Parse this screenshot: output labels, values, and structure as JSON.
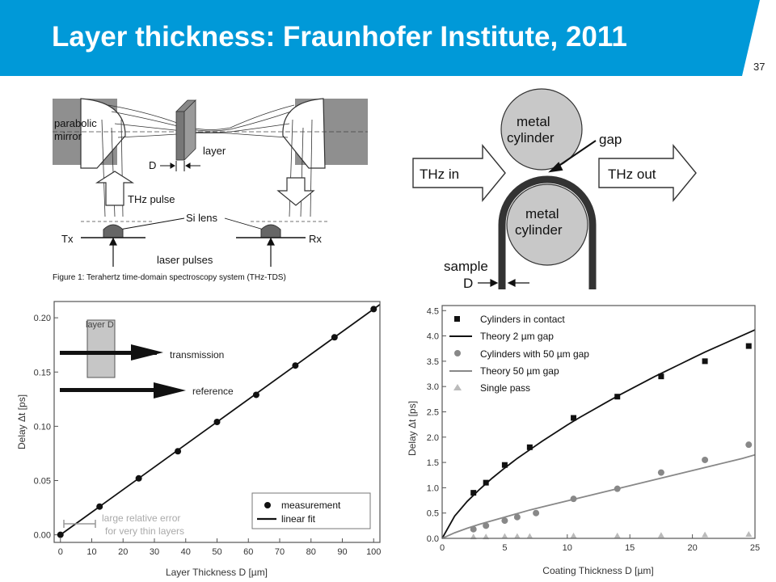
{
  "slide": {
    "title": "Layer thickness: Fraunhofer Institute, 2011",
    "page_number": "37",
    "accent_color": "#0099d8"
  },
  "thz_setup": {
    "labels": {
      "parabolic": "parabolic",
      "mirror": "mirror",
      "layer": "layer",
      "d": "D",
      "thz_pulse": "THz pulse",
      "si_lens": "Si lens",
      "tx": "Tx",
      "rx": "Rx",
      "laser_pulses": "laser pulses"
    },
    "caption": "Figure 1: Terahertz time-domain spectroscopy system (THz-TDS)"
  },
  "cylinder_setup": {
    "labels": {
      "metal1": "metal",
      "cylinder1": "cylinder",
      "gap": "gap",
      "thz_in": "THz in",
      "thz_out": "THz out",
      "metal2": "metal",
      "cylinder2": "cylinder",
      "sample": "sample",
      "d": "D"
    }
  },
  "chart_data": [
    {
      "type": "scatter",
      "xlabel": "Layer Thickness D [µm]",
      "ylabel": "Delay Δt [ps]",
      "xlim": [
        -2,
        102
      ],
      "ylim": [
        -0.007,
        0.215
      ],
      "x_ticks": [
        0,
        10,
        20,
        30,
        40,
        50,
        60,
        70,
        80,
        90,
        100
      ],
      "y_ticks": [
        0.0,
        0.05,
        0.1,
        0.15,
        0.2
      ],
      "y_tick_labels": [
        "0.00",
        "0.05",
        "0.10",
        "0.15",
        "0.20"
      ],
      "series": [
        {
          "name": "measurement",
          "x": [
            0,
            12.5,
            25,
            37.5,
            50,
            62.5,
            75,
            87.5,
            100
          ],
          "y": [
            0.0,
            0.026,
            0.052,
            0.077,
            0.104,
            0.129,
            0.156,
            0.182,
            0.208
          ]
        },
        {
          "name": "linear fit",
          "x": [
            0,
            102
          ],
          "y": [
            0.0,
            0.2122
          ]
        }
      ],
      "annotations": {
        "layer": "layer D",
        "transmission": "transmission",
        "reference": "reference",
        "error_line1": "large relative error",
        "error_line2": "for very thin layers"
      },
      "legend_position": "bottom-right",
      "grid": false
    },
    {
      "type": "scatter",
      "xlabel": "Coating Thickness D [µm]",
      "ylabel": "Delay Δt [ps]",
      "xlim": [
        0,
        25
      ],
      "ylim": [
        0,
        4.6
      ],
      "x_ticks": [
        0,
        5,
        10,
        15,
        20,
        25
      ],
      "y_ticks": [
        0.0,
        0.5,
        1.0,
        1.5,
        2.0,
        2.5,
        3.0,
        3.5,
        4.0,
        4.5
      ],
      "y_tick_labels": [
        "0.0",
        "0.5",
        "1.0",
        "1.5",
        "2.0",
        "2.5",
        "3.0",
        "3.5",
        "4.0",
        "4.5"
      ],
      "series": [
        {
          "name": "Cylinders in contact",
          "x": [
            2.5,
            3.5,
            5.0,
            7.0,
            10.5,
            14.0,
            17.5,
            21.0,
            24.5
          ],
          "y": [
            0.9,
            1.1,
            1.45,
            1.8,
            2.38,
            2.8,
            3.2,
            3.5,
            3.8
          ]
        },
        {
          "name": "Theory 2 µm gap",
          "x": [
            0,
            1,
            2,
            3,
            4,
            5,
            6,
            7,
            8,
            9,
            10,
            11,
            12,
            13,
            14,
            15,
            16,
            17,
            18,
            19,
            20,
            21,
            22,
            23,
            24,
            25
          ],
          "y": [
            0.0,
            0.44,
            0.73,
            0.97,
            1.19,
            1.39,
            1.58,
            1.75,
            1.92,
            2.08,
            2.24,
            2.39,
            2.53,
            2.67,
            2.81,
            2.94,
            3.07,
            3.2,
            3.32,
            3.44,
            3.56,
            3.68,
            3.79,
            3.9,
            4.01,
            4.12
          ]
        },
        {
          "name": "Cylinders with 50 µm gap",
          "x": [
            2.5,
            3.5,
            5.0,
            6.0,
            7.5,
            10.5,
            14.0,
            17.5,
            21.0,
            24.5
          ],
          "y": [
            0.18,
            0.25,
            0.35,
            0.42,
            0.5,
            0.78,
            0.98,
            1.3,
            1.55,
            1.85
          ]
        },
        {
          "name": "Theory 50 µm gap",
          "x": [
            0,
            1,
            2,
            3,
            4,
            5,
            6,
            7,
            8,
            9,
            10,
            11,
            12,
            13,
            14,
            15,
            16,
            17,
            18,
            19,
            20,
            21,
            22,
            23,
            24,
            25
          ],
          "y": [
            0.0,
            0.11,
            0.2,
            0.28,
            0.35,
            0.42,
            0.49,
            0.56,
            0.62,
            0.68,
            0.74,
            0.8,
            0.86,
            0.92,
            0.98,
            1.04,
            1.1,
            1.16,
            1.22,
            1.28,
            1.34,
            1.4,
            1.46,
            1.52,
            1.58,
            1.65
          ]
        },
        {
          "name": "Single pass",
          "x": [
            2.5,
            3.5,
            5.0,
            6.0,
            7.0,
            10.5,
            14.0,
            17.5,
            21.0,
            24.5
          ],
          "y": [
            0.03,
            0.03,
            0.04,
            0.04,
            0.04,
            0.05,
            0.05,
            0.06,
            0.07,
            0.08
          ]
        }
      ],
      "legend_position": "top-left",
      "grid": false
    }
  ]
}
